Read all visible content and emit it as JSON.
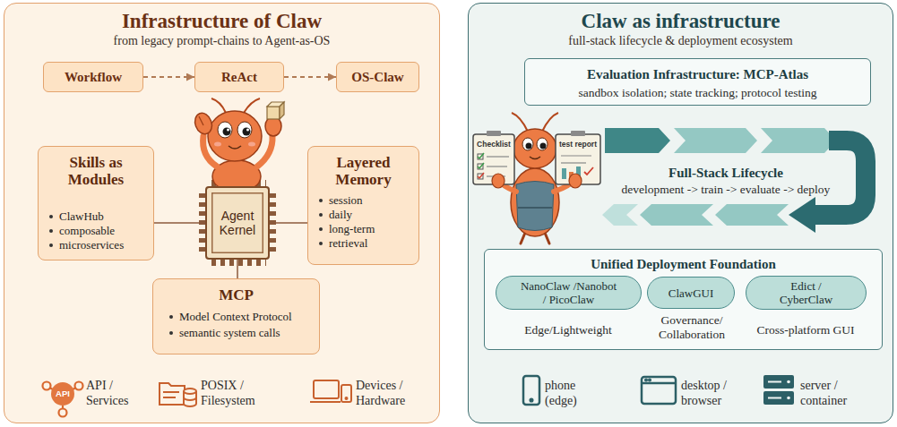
{
  "diagram": {
    "nodes": [
      {
        "text": [
          "Infrastructure of Claw",
          "from legacy prompt-chains to Agent-as-OS"
        ]
      },
      {
        "text": [
          "Workflow"
        ],
        "in": 0
      },
      {
        "text": [
          "ReAct"
        ],
        "in": 0
      },
      {
        "text": [
          "OS-Claw"
        ],
        "in": 0
      },
      {
        "text": [
          "Skills as Modules",
          "ClawHub",
          "composable",
          "microservices"
        ],
        "in": 0
      },
      {
        "text": [
          "Agent Kernel"
        ],
        "in": 0
      },
      {
        "text": [
          "Layered Memory",
          "session",
          "daily",
          "long-term",
          "retrieval"
        ],
        "in": 0
      },
      {
        "text": [
          "MCP",
          "Model Context Protocol",
          "semantic system calls"
        ],
        "in": 0
      },
      {
        "text": [
          "Claw as infrastructure",
          "full-stack lifecycle & deployment ecosystem"
        ]
      },
      {
        "text": [
          "Evaluation Infrastructure: MCP-Atlas",
          "sandbox isolation; state tracking; protocol testing"
        ],
        "in": 8
      },
      {
        "text": [
          "Unified Deployment Foundation",
          "Edge/Lightweight",
          "Governance/ Collaboration",
          "Cross-platform GUI"
        ],
        "in": 8
      },
      {
        "text": [
          "NanoClaw /Nanobot / PicoClaw"
        ],
        "in": 10
      },
      {
        "text": [
          "ClawGUI"
        ],
        "in": 10
      },
      {
        "text": [
          "Edict / CyberClaw"
        ],
        "in": 10
      }
    ],
    "edges": [
      {
        "from": 1,
        "to": 2,
        "arrow": "to"
      },
      {
        "from": 2,
        "to": 3,
        "arrow": "to"
      },
      {
        "from": 4,
        "to": 5,
        "arrow": "none"
      },
      {
        "from": 5,
        "to": 6,
        "arrow": "none"
      },
      {
        "from": 5,
        "to": 7,
        "arrow": "none"
      }
    ],
    "labels": [
      "API",
      "API / Services",
      "POSIX / Filesystem",
      "Devices / Hardware",
      "Checklist",
      "test report",
      "Full-Stack Lifecycle",
      "development -> train -> evaluate -> deploy",
      "phone (edge)",
      "desktop / browser",
      "server / container"
    ]
  }
}
